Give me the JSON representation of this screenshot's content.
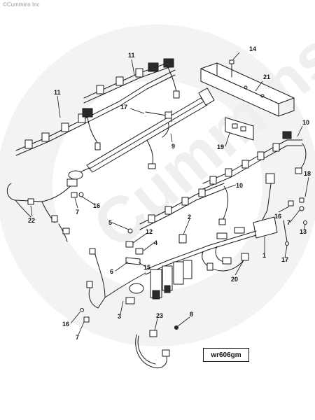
{
  "copyright": "©Cummins Inc",
  "watermark_text": "Cummins",
  "figure_id": "wr606gm",
  "callouts": [
    {
      "id": "c14",
      "label": "14"
    },
    {
      "id": "c21",
      "label": "21"
    },
    {
      "id": "c11a",
      "label": "11"
    },
    {
      "id": "c11b",
      "label": "11"
    },
    {
      "id": "c17a",
      "label": "17"
    },
    {
      "id": "c9",
      "label": "9"
    },
    {
      "id": "c19",
      "label": "19"
    },
    {
      "id": "c10a",
      "label": "10"
    },
    {
      "id": "c10b",
      "label": "10"
    },
    {
      "id": "c18",
      "label": "18"
    },
    {
      "id": "c22",
      "label": "22"
    },
    {
      "id": "c7a",
      "label": "7"
    },
    {
      "id": "c16a",
      "label": "16"
    },
    {
      "id": "c16b",
      "label": "16"
    },
    {
      "id": "c7b",
      "label": "7"
    },
    {
      "id": "c13",
      "label": "13"
    },
    {
      "id": "c5",
      "label": "5"
    },
    {
      "id": "c12",
      "label": "12"
    },
    {
      "id": "c2",
      "label": "2"
    },
    {
      "id": "c4",
      "label": "4"
    },
    {
      "id": "c1",
      "label": "1"
    },
    {
      "id": "c17b",
      "label": "17"
    },
    {
      "id": "c6",
      "label": "6"
    },
    {
      "id": "c15",
      "label": "15"
    },
    {
      "id": "c20",
      "label": "20"
    },
    {
      "id": "c3",
      "label": "3"
    },
    {
      "id": "c16c",
      "label": "16"
    },
    {
      "id": "c7c",
      "label": "7"
    },
    {
      "id": "c23",
      "label": "23"
    },
    {
      "id": "c8",
      "label": "8"
    }
  ]
}
